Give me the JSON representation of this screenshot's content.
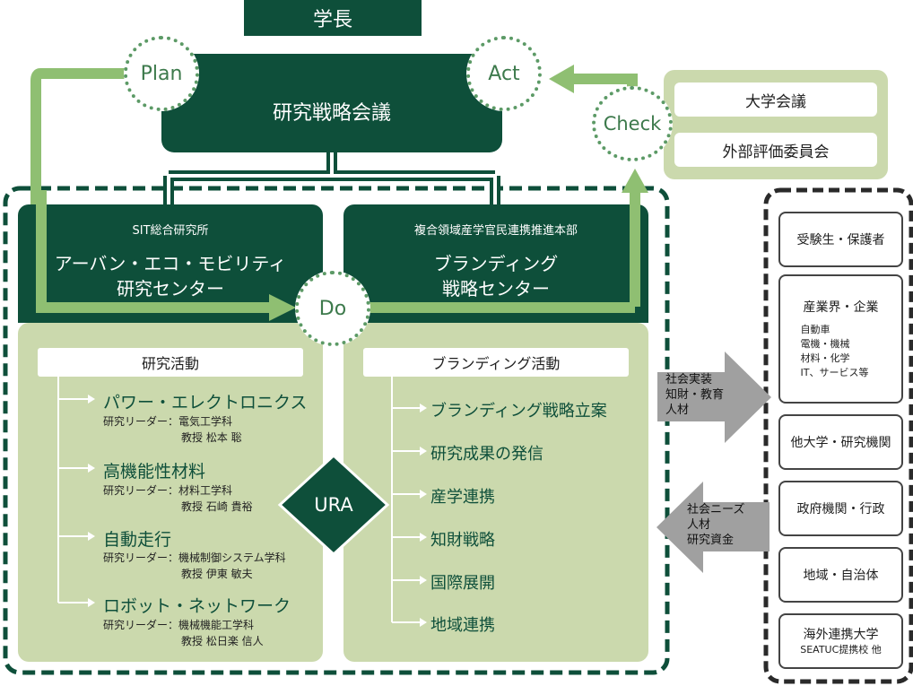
{
  "president": "学長",
  "council": "研究戦略会議",
  "pdca": {
    "plan": "Plan",
    "act": "Act",
    "check": "Check",
    "do": "Do"
  },
  "evaluation": [
    "大学会議",
    "外部評価委員会"
  ],
  "left_center": {
    "org": "SIT総合研究所",
    "name_line1": "アーバン・エコ・モビリティ",
    "name_line2": "研究センター"
  },
  "right_center": {
    "org": "複合領域産学官民連携推進本部",
    "name_line1": "ブランディング",
    "name_line2": "戦略センター"
  },
  "research": {
    "header": "研究活動",
    "items": [
      {
        "title": "パワー・エレクトロニクス",
        "leader": "研究リーダー：電気工学科",
        "person": "教授 松本 聡"
      },
      {
        "title": "高機能性材料",
        "leader": "研究リーダー：材料工学科",
        "person": "教授 石崎 貴裕"
      },
      {
        "title": "自動走行",
        "leader": "研究リーダー：機械制御システム学科",
        "person": "教授 伊東 敏夫"
      },
      {
        "title": "ロボット・ネットワーク",
        "leader": "研究リーダー：機械機能工学科",
        "person": "教授 松日楽 信人"
      }
    ]
  },
  "ura": "URA",
  "branding": {
    "header": "ブランディング活動",
    "items": [
      "ブランディング戦略立案",
      "研究成果の発信",
      "産学連携",
      "知財戦略",
      "国際展開",
      "地域連携"
    ]
  },
  "arrow_out": [
    "社会実装",
    "知財・教育",
    "人材"
  ],
  "arrow_in": [
    "社会ニーズ",
    "人材",
    "研究資金"
  ],
  "stakeholders": [
    {
      "title": "受験生・保護者",
      "sub": []
    },
    {
      "title": "産業界・企業",
      "sub": [
        "自動車",
        "電機・機械",
        "材料・化学",
        "IT、サービス等"
      ]
    },
    {
      "title": "他大学・研究機関",
      "sub": []
    },
    {
      "title": "政府機関・行政",
      "sub": []
    },
    {
      "title": "地域・自治体",
      "sub": []
    },
    {
      "title": "海外連携大学",
      "sub": [
        "SEATUC提携校 他"
      ]
    }
  ],
  "colors": {
    "dark_green": "#0e4f3a",
    "light_green": "#cbd9ad",
    "mid_green": "#8fbf72",
    "gray": "#a0a0a0"
  }
}
